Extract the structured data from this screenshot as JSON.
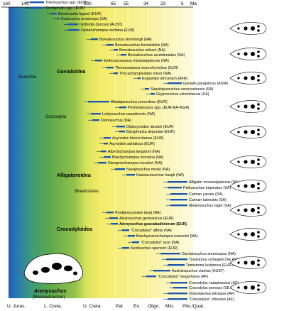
{
  "time_axis": {
    "unit": "Ma",
    "ticks": [
      "160",
      "145",
      "100",
      "65",
      "55",
      "34",
      "23",
      "5"
    ],
    "periods": [
      "U. Juras.",
      "L. Creta.",
      "U. Creta.",
      "Pal.",
      "Eo.",
      "Oligo.",
      "Mio.",
      "Plio./Quat."
    ]
  },
  "groups": {
    "eusuchia": "Eusuchia",
    "crocodylia": "Crocodylia",
    "gavialoidea": "Gavialoidea",
    "alligatoroidea": "Alligatoroidea",
    "brevirostres": "Brevirostres",
    "crocodyloidea": "Crocodyloidea"
  },
  "taxa": [
    "Theriosuchus spp. (EUR)",
    "Goniopholis spp. (EUR)",
    "Bernissartia fagesii (EUR)",
    "Susisuchus anatoceps (SA)",
    "Isisfordia duncani (AUST)",
    "Hylaeochampsa vectiana (EUR)",
    "Borealosuchus sternbergii (NA)",
    "Borealosuchus formidabilis (NA)",
    "Borealosuchus wilsoni (NA)",
    "Borealosuchus acutidentatus (NA)",
    "Eothoracosaurus mississippiensis (NA)",
    "Thoracosaurus macrorhynchus (EUR)",
    "Thecachampsoides minor (NA)",
    "Eogavialis africanum (AFR)",
    "Gavialis gangeticus (ASIA)",
    "Siquisiquesuchus venezuelensis (SA)",
    "Gryposuchus colombianus (SA)",
    "Allodaposuchus precedens (EUR)",
    "Pristichampsus spp. (EUR-NA-ASIA)",
    "Leidyosuchus canadiensis (NA)",
    "Deinosuchus (NA)",
    "Diplocynodon darwini (EUR)",
    "Baryphracta deponiae (EUR)",
    "Acynodon iberoccitanus (EUR)",
    "Acynodon adriaticus (EUR)",
    "Albertochampsa langstoni (NA)",
    "Brachychampsa montana (NA)",
    "Stangerochampsa mccabei (NA)",
    "Navajosuchus mooki (NA)",
    "Hassiacosuchus haupti (NA)",
    "Alligator mississippiensis (NA)",
    "Paleosuchus trigonatus (SA)",
    "Caiman yacare (SA)",
    "Caiman latirostris (SA)",
    "Melanosuchus niger (SA)",
    "Prodiplocynodon langi (NA)",
    "Asiatosuchus germanicus (EUR)",
    "Arenysuchus gascabadiolorum (EUR)",
    "\"Crocodylus\" affinis (NA)",
    "Brachyuranochampsa eversolei (NA)",
    "\"Crocodylus\" acer (NA)",
    "Kentisuchus spenceri (EUR)",
    "Gavialosuchus americanus (NA)",
    "Tomistoma schlegelii (SE ASIA)",
    "Tomistoma lusitanica (EUR-AF)",
    "Australosuchus clarkae (AUST)",
    "\"Crocodylus\" megarhinus (AF)",
    "Crocodylus cataphractus (AF)",
    "Crocodylus porosus (SE ASIA)",
    "Osteolaemus tetraspis (AF)",
    "\"Crocodylus\" robustus (AF)"
  ],
  "inset": {
    "name": "Arenysuchus",
    "caption": "(Reconstruction)"
  },
  "colors": {
    "jurassic_blue": "#1c5fb0",
    "cretaceous_green": "#4aa54e",
    "paleogene_yellow": "#f4ec6a",
    "neogene_yellow": "#fbf6b0",
    "range_bar": "#1b57b0"
  }
}
